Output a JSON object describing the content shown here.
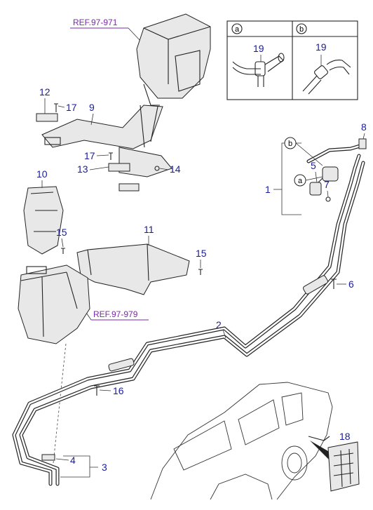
{
  "refs": {
    "top": "REF.97-971",
    "middle": "REF.97-979"
  },
  "detail_box": {
    "a_label": "a",
    "b_label": "b",
    "a_part": "19",
    "b_part": "19"
  },
  "callouts": {
    "p1": "1",
    "p2": "2",
    "p3": "3",
    "p4": "4",
    "p5": "5",
    "p6": "6",
    "p7": "7",
    "p8": "8",
    "p9": "9",
    "p10": "10",
    "p11": "11",
    "p12": "12",
    "p13": "13",
    "p14": "14",
    "p15a": "15",
    "p15b": "15",
    "p16": "16",
    "p17a": "17",
    "p17b": "17",
    "p18": "18"
  },
  "markers": {
    "a": "a",
    "b": "b"
  }
}
